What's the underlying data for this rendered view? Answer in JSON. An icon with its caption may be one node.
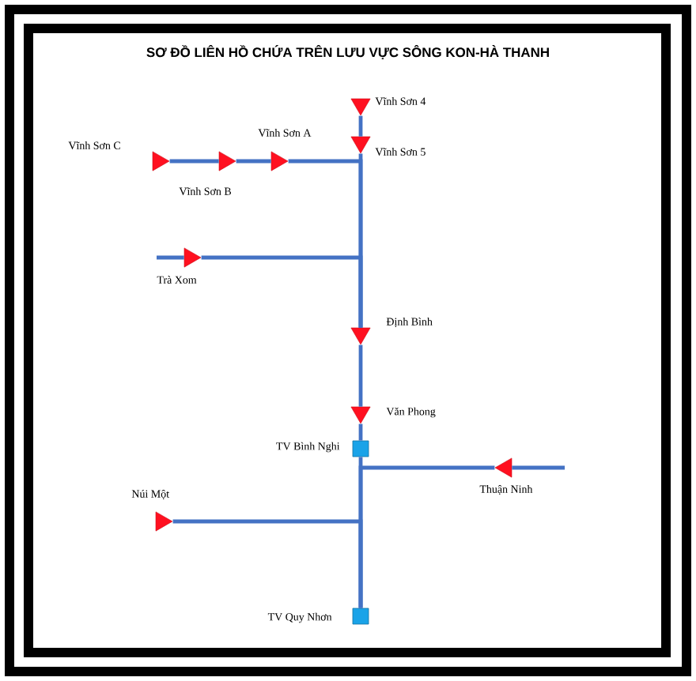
{
  "diagram": {
    "title": "SƠ ĐỒ LIÊN HỒ CHỨA TRÊN LƯU VỰC SÔNG KON-HÀ THANH",
    "nodes": [
      {
        "text": [
          "Vĩnh Sơn 4"
        ]
      },
      {
        "text": [
          "Vĩnh Sơn A"
        ]
      },
      {
        "text": [
          "Vĩnh Sơn C"
        ]
      },
      {
        "text": [
          "Vĩnh Sơn 5"
        ]
      },
      {
        "text": [
          "Vĩnh Sơn B"
        ]
      },
      {
        "text": [
          "Trà Xom"
        ]
      },
      {
        "text": [
          "Định Bình"
        ]
      },
      {
        "text": [
          "Văn Phong"
        ]
      },
      {
        "text": [
          "TV Bình Nghi"
        ]
      },
      {
        "text": [
          "Thuận Ninh"
        ]
      },
      {
        "text": [
          "Núi Một"
        ]
      },
      {
        "text": [
          "TV Quy Nhơn"
        ]
      }
    ],
    "edges": [
      {
        "from": 0,
        "to": 3,
        "arrow": "none"
      },
      {
        "from": 3,
        "to": 6,
        "arrow": "none"
      },
      {
        "from": 2,
        "to": 4,
        "arrow": "none"
      },
      {
        "from": 4,
        "to": 1,
        "arrow": "none"
      },
      {
        "from": 1,
        "to": 6,
        "arrow": "none"
      },
      {
        "from": null,
        "to": 5,
        "arrow": "none"
      },
      {
        "from": 5,
        "to": 6,
        "arrow": "none"
      },
      {
        "from": 6,
        "to": 7,
        "arrow": "none"
      },
      {
        "from": 7,
        "to": 8,
        "arrow": "none"
      },
      {
        "from": 8,
        "to": 11,
        "arrow": "none"
      },
      {
        "from": null,
        "to": 9,
        "arrow": "none"
      },
      {
        "from": 9,
        "to": 11,
        "arrow": "none"
      },
      {
        "from": 10,
        "to": 11,
        "arrow": "none"
      }
    ]
  }
}
